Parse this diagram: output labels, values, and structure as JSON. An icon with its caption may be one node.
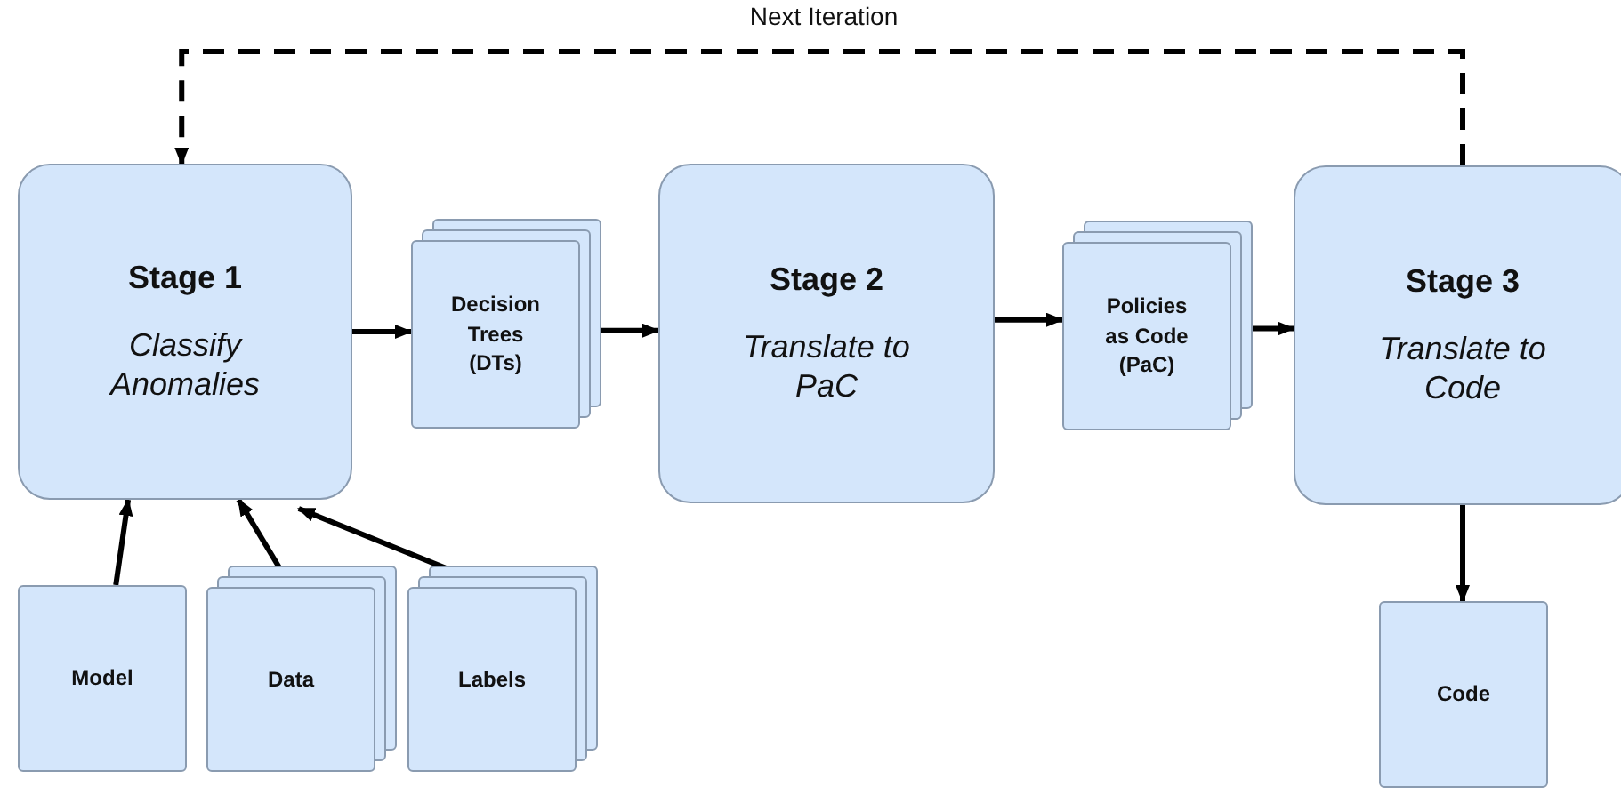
{
  "diagram": {
    "nodes": [
      {
        "text": [
          "Stage 1",
          "Classify Anomalies"
        ]
      },
      {
        "text": [
          "Decision Trees (DTs)"
        ]
      },
      {
        "text": [
          "Stage 2",
          "Translate to PaC"
        ]
      },
      {
        "text": [
          "Policies as Code (PaC)"
        ]
      },
      {
        "text": [
          "Stage 3",
          "Translate to Code"
        ]
      },
      {
        "text": [
          "Model"
        ]
      },
      {
        "text": [
          "Data"
        ]
      },
      {
        "text": [
          "Labels"
        ]
      },
      {
        "text": [
          "Code"
        ]
      }
    ],
    "edges": [
      {
        "from": 0,
        "to": 1,
        "arrow": "to"
      },
      {
        "from": 1,
        "to": 2,
        "arrow": "to"
      },
      {
        "from": 2,
        "to": 3,
        "arrow": "to"
      },
      {
        "from": 3,
        "to": 4,
        "arrow": "to"
      },
      {
        "from": 4,
        "to": 8,
        "arrow": "to"
      },
      {
        "from": 5,
        "to": 0,
        "arrow": "to"
      },
      {
        "from": 6,
        "to": 0,
        "arrow": "to"
      },
      {
        "from": 7,
        "to": 0,
        "arrow": "to"
      },
      {
        "from": 4,
        "to": 0,
        "arrow": "to",
        "style": "dashed",
        "label": "Next Iteration"
      }
    ]
  }
}
